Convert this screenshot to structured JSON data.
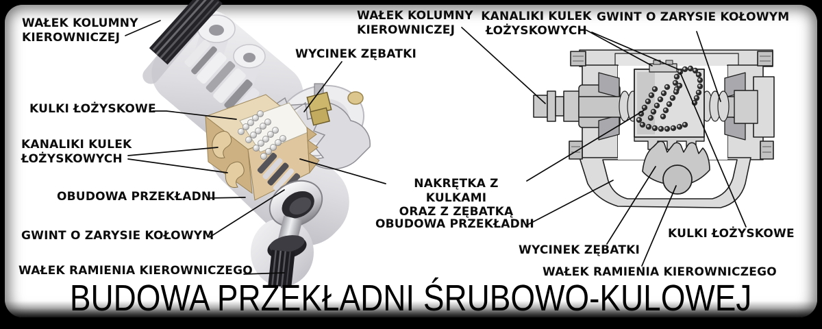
{
  "title": {
    "text": "BUDOWA PRZEKŁADNI ŚRUBOWO-KULOWEJ"
  },
  "labels": {
    "cutaway": [
      {
        "id": "steering-column-shaft",
        "text": "WAŁEK KOLUMNY\nKIEROWNICZEJ"
      },
      {
        "id": "bearing-balls",
        "text": "KULKI ŁOŻYSKOWE"
      },
      {
        "id": "ball-channels",
        "text": "KANALIKI KULEK\nŁOŻYSKOWYCH"
      },
      {
        "id": "gear-housing",
        "text": "OBUDOWA PRZEKŁADNI"
      },
      {
        "id": "circular-thread",
        "text": "GWINT O ZARYSIE KOŁOWYM"
      },
      {
        "id": "pitman-arm-shaft",
        "text": "WAŁEK RAMIENIA KIEROWNICZEGO"
      }
    ],
    "section": [
      {
        "id": "steering-column-shaft",
        "text": "WAŁEK KOLUMNY\nKIEROWNICZEJ"
      },
      {
        "id": "gear-sector-top",
        "text": "WYCINEK ZĘBATKI"
      },
      {
        "id": "ball-channels",
        "text": "KANALIKI KULEK\nŁOŻYSKOWYCH"
      },
      {
        "id": "circular-thread",
        "text": "GWINT O ZARYSIE KOŁOWYM"
      },
      {
        "id": "ball-nut",
        "text": "NAKRĘTKA Z KULKAMI\nORAZ Z ZĘBATKĄ"
      },
      {
        "id": "gear-housing",
        "text": "OBUDOWA PRZEKŁADNI"
      },
      {
        "id": "gear-sector-bottom",
        "text": "WYCINEK ZĘBATKI"
      },
      {
        "id": "bearing-balls",
        "text": "KULKI ŁOŻYSKOWE"
      },
      {
        "id": "pitman-arm-shaft",
        "text": "WAŁEK RAMIENIA KIEROWNICZEGO"
      }
    ]
  },
  "colors": {
    "background": "#ffffff",
    "frame": "#000000",
    "text": "#0c0c0c",
    "leader_line": "#0a0a0a",
    "nut_tan": "#d9c09a",
    "nut_tan_dark": "#cdb182",
    "metal_light": "#ededf0",
    "metal_mid": "#b6b6bb",
    "section_fill": "#dcdcdc",
    "section_outline": "#1f1f1f",
    "brass": "#cdb76c"
  }
}
